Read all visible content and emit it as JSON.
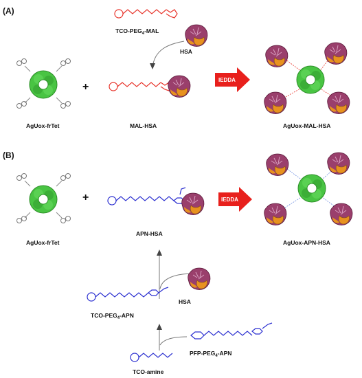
{
  "panels": {
    "a": {
      "label": "(A)",
      "reagent": "TCO-PEG",
      "reagent_sub": "4",
      "reagent_suffix": "-MAL",
      "protein": "HSA",
      "left": "AgUox-frTet",
      "middle": "MAL-HSA",
      "product": "AgUox-MAL-HSA",
      "reaction": "IEDDA"
    },
    "b": {
      "label": "(B)",
      "left": "AgUox-frTet",
      "middle": "APN-HSA",
      "product": "AgUox-APN-HSA",
      "reaction": "IEDDA",
      "protein": "HSA",
      "intermediate": "TCO-PEG",
      "intermediate_sub": "4",
      "intermediate_suffix": "-APN",
      "reagent": "PFP-PEG",
      "reagent_sub": "4",
      "reagent_suffix": "-APN",
      "start": "TCO-amine"
    }
  },
  "colors": {
    "mal_linker": "#e8342b",
    "apn_linker": "#2b2fd0",
    "enzyme": "#3fbf3a",
    "hsa_helix": "#8a2f5a",
    "hsa_sheet": "#e0891c",
    "arrow": "#e8201c",
    "tetrazine": "#8a8a8a"
  }
}
